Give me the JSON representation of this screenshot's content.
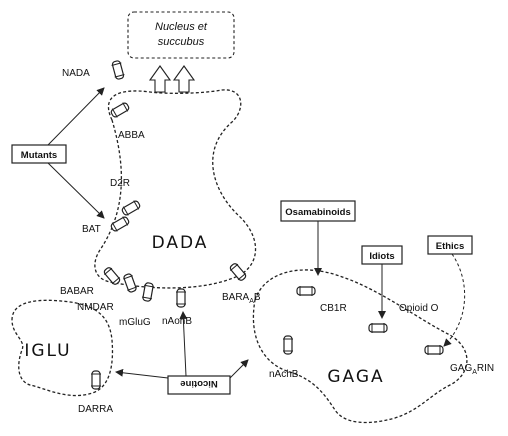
{
  "nucleus": {
    "line1": "Nucleus et",
    "line2": "succubus"
  },
  "regions": {
    "dada": "DADA",
    "iglu": "IGLU",
    "gaga": "GAGA"
  },
  "boxes": {
    "mutants": "Mutants",
    "osamabinoids": "Osamabinoids",
    "idiots": "Idiots",
    "ethics": "Ethics",
    "nicotine": "Nicotine"
  },
  "receptors": {
    "nada": "NADA",
    "abba": "ABBA",
    "d2r": "D2R",
    "bat": "BAT",
    "babar": "BABAR",
    "nmdar": "NMDAR",
    "mglug": "mGluG",
    "naohb": "nAohB",
    "bara_b_main": "BARA",
    "bara_b_sub": "A",
    "bara_b_end": "B",
    "cb1r": "CB1R",
    "opioid": "Opioid O",
    "nachb": "nAchB",
    "gagarin_main": "GAG",
    "gagarin_sub": "A",
    "gagarin_end": "RIN",
    "darra": "DARRA"
  }
}
